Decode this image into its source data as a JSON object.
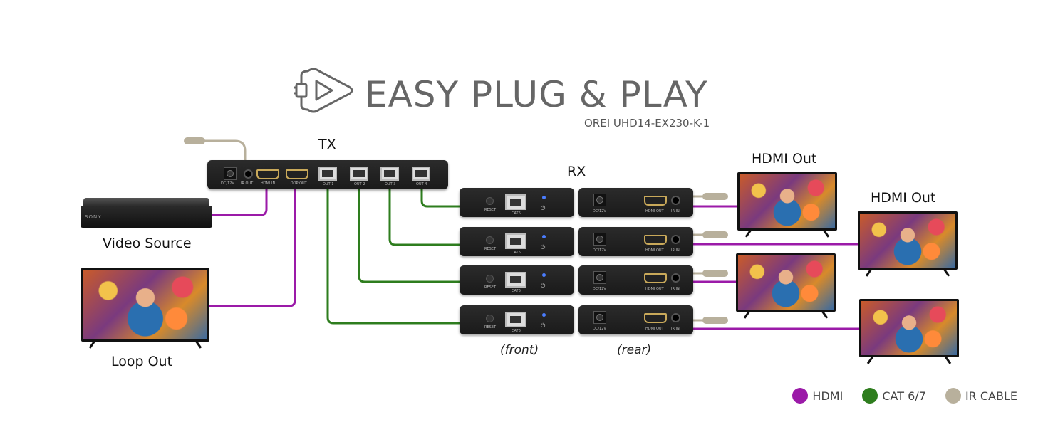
{
  "header": {
    "title": "EASY PLUG & PLAY",
    "subtitle": "OREI UHD14-EX230-K-1",
    "logo_icon": "plug-play-icon"
  },
  "colors": {
    "hdmi": "#9b1aa8",
    "cat": "#2e7d1e",
    "ir": "#b8b09c",
    "device": "#1e1e1e",
    "title": "#666666"
  },
  "labels": {
    "tx": "TX",
    "rx": "RX",
    "video_source": "Video Source",
    "loop_out": "Loop Out",
    "hdmi_out_1": "HDMI Out",
    "hdmi_out_2": "HDMI Out",
    "front": "(front)",
    "rear": "(rear)"
  },
  "tx_ports": [
    "DC/12V",
    "IR OUT",
    "HDMI IN",
    "LOOP OUT",
    "OUT 1",
    "OUT 2",
    "OUT 3",
    "OUT 4"
  ],
  "rx_front_ports": [
    "RESET",
    "CAT6"
  ],
  "rx_rear_ports": [
    "DC/12V",
    "HDMI OUT",
    "IR IN"
  ],
  "source_brand": "SONY",
  "legend": [
    {
      "label": "HDMI",
      "color": "#9b1aa8"
    },
    {
      "label": "CAT 6/7",
      "color": "#2e7d1e"
    },
    {
      "label": "IR CABLE",
      "color": "#b8b09c"
    }
  ]
}
